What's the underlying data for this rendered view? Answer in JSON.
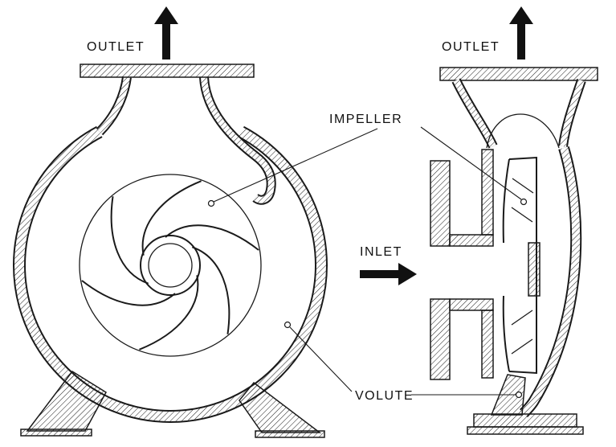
{
  "figure": {
    "title": "Centrifugal pump cross-section diagram",
    "background_color": "#ffffff",
    "line_color": "#1a1a1a",
    "labels": {
      "outlet_left": "OUTLET",
      "outlet_right": "OUTLET",
      "impeller": "IMPELLER",
      "inlet": "INLET",
      "volute": "VOLUTE"
    },
    "views": {
      "left": "front cross-section (volute and impeller)",
      "right": "side cross-section (inlet, impeller, volute)"
    }
  }
}
